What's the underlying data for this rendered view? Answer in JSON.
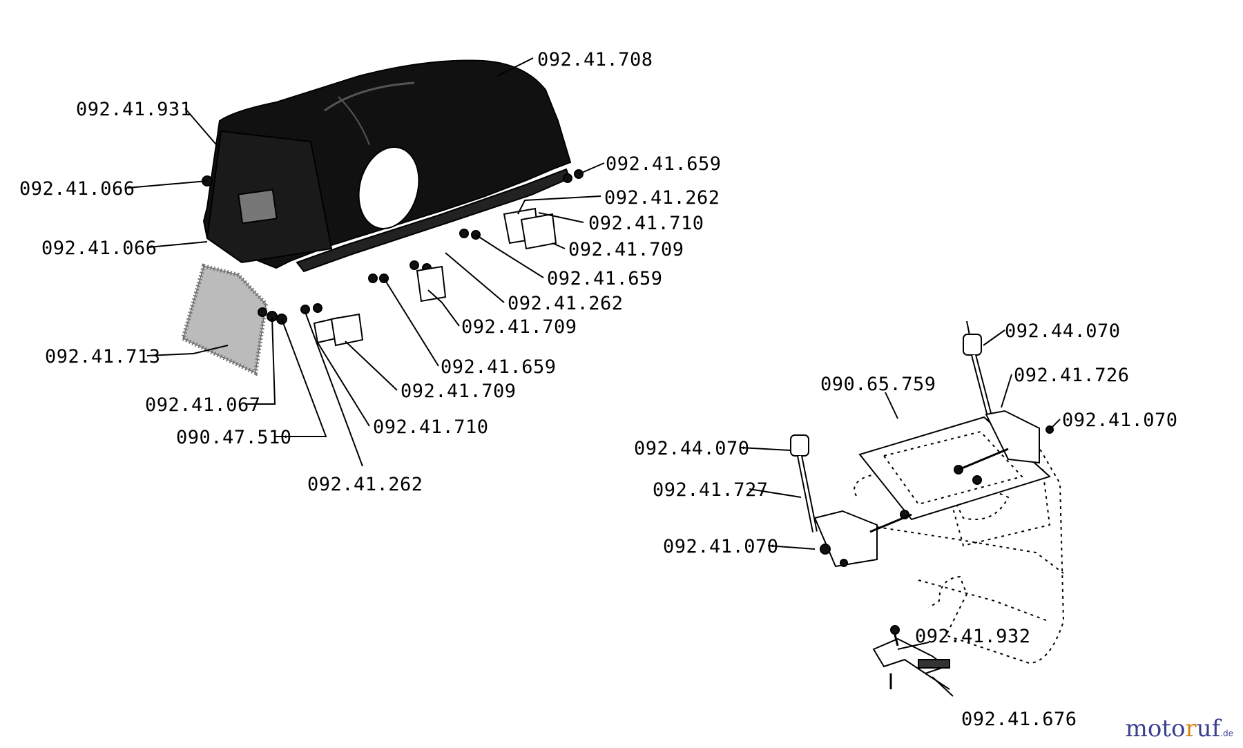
{
  "labels": {
    "l01": "092.41.708",
    "l02": "092.41.931",
    "l03": "092.41.659",
    "l04": "092.41.066",
    "l05": "092.41.262",
    "l06": "092.41.710",
    "l07": "092.41.066",
    "l08": "092.41.709",
    "l09": "092.41.659",
    "l10": "092.41.262",
    "l11": "092.41.709",
    "l12": "092.41.713",
    "l13": "092.41.659",
    "l14": "092.41.709",
    "l15": "092.41.067",
    "l16": "092.41.710",
    "l17": "090.47.510",
    "l18": "092.41.262",
    "l19": "092.44.070",
    "l20": "092.41.726",
    "l21": "090.65.759",
    "l22": "092.41.070",
    "l23": "092.44.070",
    "l24": "092.41.727",
    "l25": "092.41.070",
    "l26": "092.41.932",
    "l27": "092.41.676"
  },
  "watermark": {
    "brand_prefix": "moto",
    "brand_accent": "r",
    "brand_suffix": "uf",
    "tld": ".de"
  },
  "colors": {
    "watermark_main": "#3b3f8f",
    "watermark_accent": "#d8841a"
  }
}
